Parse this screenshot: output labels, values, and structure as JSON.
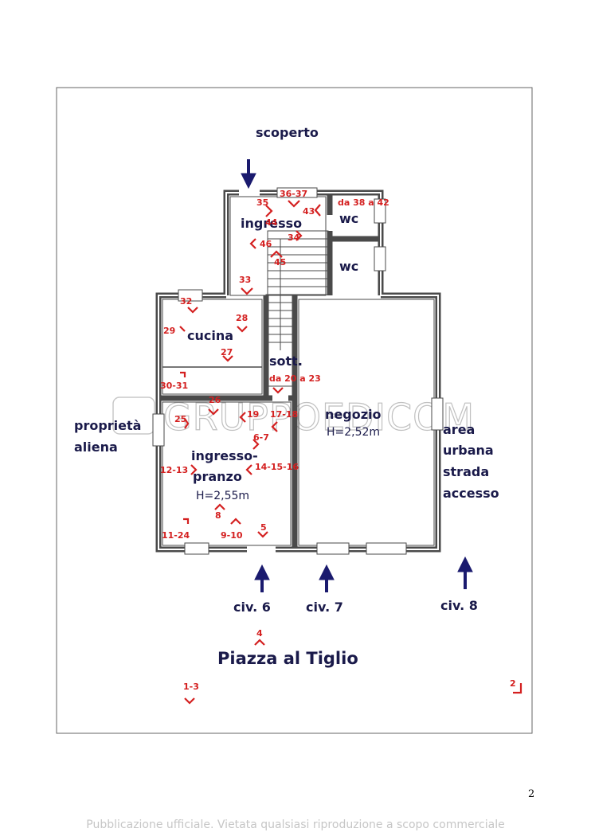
{
  "rooms": {
    "ingresso": "ingresso",
    "wc_upper": "wc",
    "wc_lower": "wc",
    "cucina": "cucina",
    "sott": "sott.",
    "negozio": "negozio",
    "negozio_height": "H=2,52m",
    "ingresso_pranzo_line1": "ingresso-",
    "ingresso_pranzo_line2": "pranzo",
    "ingresso_pranzo_height": "H=2,55m"
  },
  "surroundings": {
    "scoperto": "scoperto",
    "proprieta_line1": "proprietà",
    "proprieta_line2": "aliena",
    "area_line1": "area",
    "area_line2": "urbana",
    "area_line3": "strada",
    "area_line4": "accesso",
    "square": "Piazza al Tiglio"
  },
  "entrances": {
    "civ6": "civ. 6",
    "civ7": "civ. 7",
    "civ8": "civ. 8"
  },
  "photo_markers": {
    "m35": "35",
    "m36_37": "36-37",
    "m38_42": "da 38 a 42",
    "m43": "43",
    "m44": "44",
    "m46": "46",
    "m34": "34",
    "m45": "45",
    "m33": "33",
    "m32": "32",
    "m28": "28",
    "m29": "29",
    "m27": "27",
    "m30_31": "30-31",
    "m20_23": "da 20 a 23",
    "m26": "26",
    "m25": "25",
    "m19": "19",
    "m17_18": "17-18",
    "m6_7": "6-7",
    "m12_13": "12-13",
    "m14_16": "14-15-16",
    "m8": "8",
    "m11_24": "11-24",
    "m9_10": "9-10",
    "m5": "5",
    "m4": "4",
    "m1_3": "1-3",
    "m2": "2"
  },
  "watermark": "GRUPPOEDICOM",
  "page_number": "2",
  "footer_note": "Pubblicazione ufficiale. Vietata qualsiasi riproduzione a scopo commerciale",
  "colors": {
    "arrow": "#1a1a6e",
    "marker": "#d42020",
    "wall": "#4a4a4a",
    "label": "#1a1a4a"
  }
}
